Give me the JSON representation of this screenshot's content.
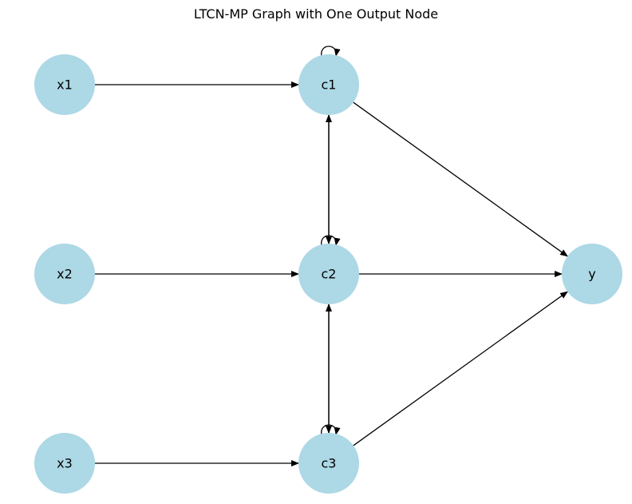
{
  "title": "LTCN-MP Graph with One Output Node",
  "colors": {
    "node_fill": "#add8e6",
    "edge": "#000000",
    "background": "#ffffff"
  },
  "nodes": [
    {
      "id": "x1",
      "label": "x1"
    },
    {
      "id": "x2",
      "label": "x2"
    },
    {
      "id": "x3",
      "label": "x3"
    },
    {
      "id": "c1",
      "label": "c1"
    },
    {
      "id": "c2",
      "label": "c2"
    },
    {
      "id": "c3",
      "label": "c3"
    },
    {
      "id": "y",
      "label": "y"
    }
  ],
  "edges": [
    {
      "from": "x1",
      "to": "c1"
    },
    {
      "from": "x2",
      "to": "c2"
    },
    {
      "from": "x3",
      "to": "c3"
    },
    {
      "from": "c1",
      "to": "c1"
    },
    {
      "from": "c2",
      "to": "c2"
    },
    {
      "from": "c3",
      "to": "c3"
    },
    {
      "from": "c1",
      "to": "c2"
    },
    {
      "from": "c2",
      "to": "c1"
    },
    {
      "from": "c2",
      "to": "c3"
    },
    {
      "from": "c3",
      "to": "c2"
    },
    {
      "from": "c1",
      "to": "y"
    },
    {
      "from": "c2",
      "to": "y"
    },
    {
      "from": "c3",
      "to": "y"
    }
  ]
}
